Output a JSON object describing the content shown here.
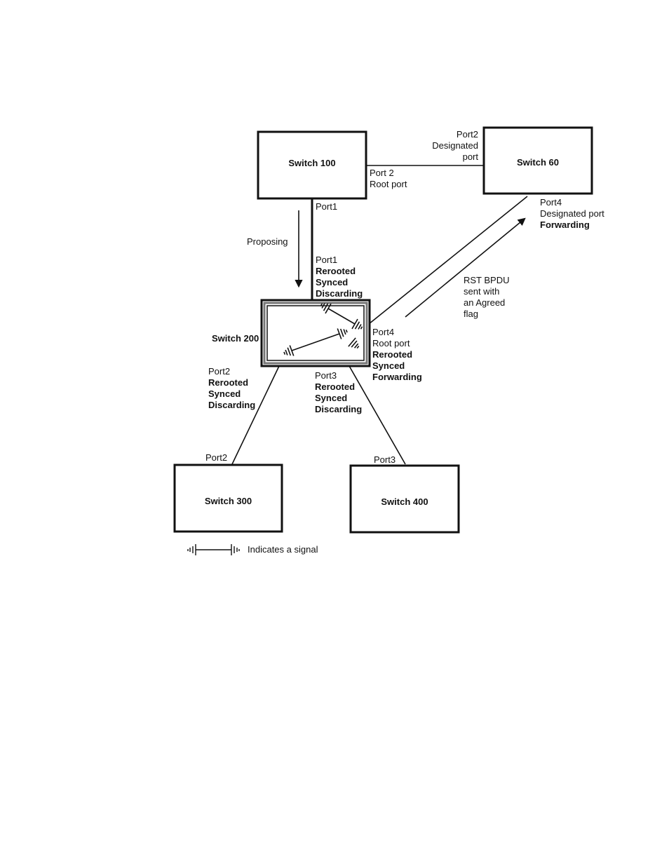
{
  "switches": {
    "s100": "Switch 100",
    "s60": "Switch 60",
    "s200": "Switch 200",
    "s300": "Switch 300",
    "s400": "Switch 400"
  },
  "labels": {
    "s60_port2": [
      "Port2",
      "Designated",
      "port"
    ],
    "s100_port2": [
      "Port 2",
      "Root port"
    ],
    "s100_port1": "Port1",
    "s60_port4": {
      "line1": "Port4",
      "line2": "Designated port",
      "line3": "Forwarding"
    },
    "proposing": "Proposing",
    "s200_port1": {
      "line1": "Port1",
      "line2": "Rerooted",
      "line3": "Synced",
      "line4": "Discarding"
    },
    "rst_bpdu": [
      "RST BPDU",
      "sent with",
      "an Agreed",
      "flag"
    ],
    "s200_port4": {
      "line1": "Port4",
      "line2": "Root port",
      "line3": "Rerooted",
      "line4": "Synced",
      "line5": "Forwarding"
    },
    "s200_port2": {
      "line1": "Port2",
      "line2": "Rerooted",
      "line3": "Synced",
      "line4": "Discarding"
    },
    "s200_port3": {
      "line1": "Port3",
      "line2": "Rerooted",
      "line3": "Synced",
      "line4": "Discarding"
    },
    "s300_port2": "Port2",
    "s400_port3": "Port3"
  },
  "legend": {
    "text": "Indicates a signal",
    "icon": "signal-icon"
  }
}
